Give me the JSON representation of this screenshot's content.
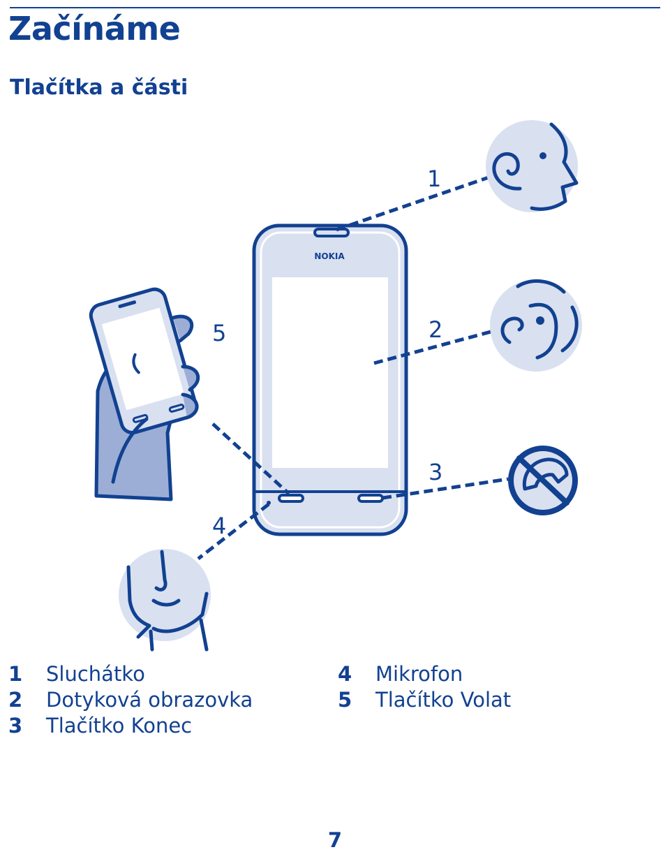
{
  "header": {
    "title": "Začínáme",
    "subtitle": "Tlačítka a části"
  },
  "illustration": {
    "phone_brand": "NOKIA",
    "callouts": [
      "1",
      "2",
      "3",
      "4",
      "5"
    ]
  },
  "legend": [
    {
      "number": "1",
      "label": "Sluchátko"
    },
    {
      "number": "2",
      "label": "Dotyková obrazovka"
    },
    {
      "number": "3",
      "label": "Tlačítko Konec"
    },
    {
      "number": "4",
      "label": "Mikrofon"
    },
    {
      "number": "5",
      "label": "Tlačítko Volat"
    }
  ],
  "footer": {
    "page_number": "7"
  },
  "colors": {
    "brand_blue": "#124191",
    "light_blue": "#d9e0f0",
    "mid_blue": "#9caed6"
  }
}
